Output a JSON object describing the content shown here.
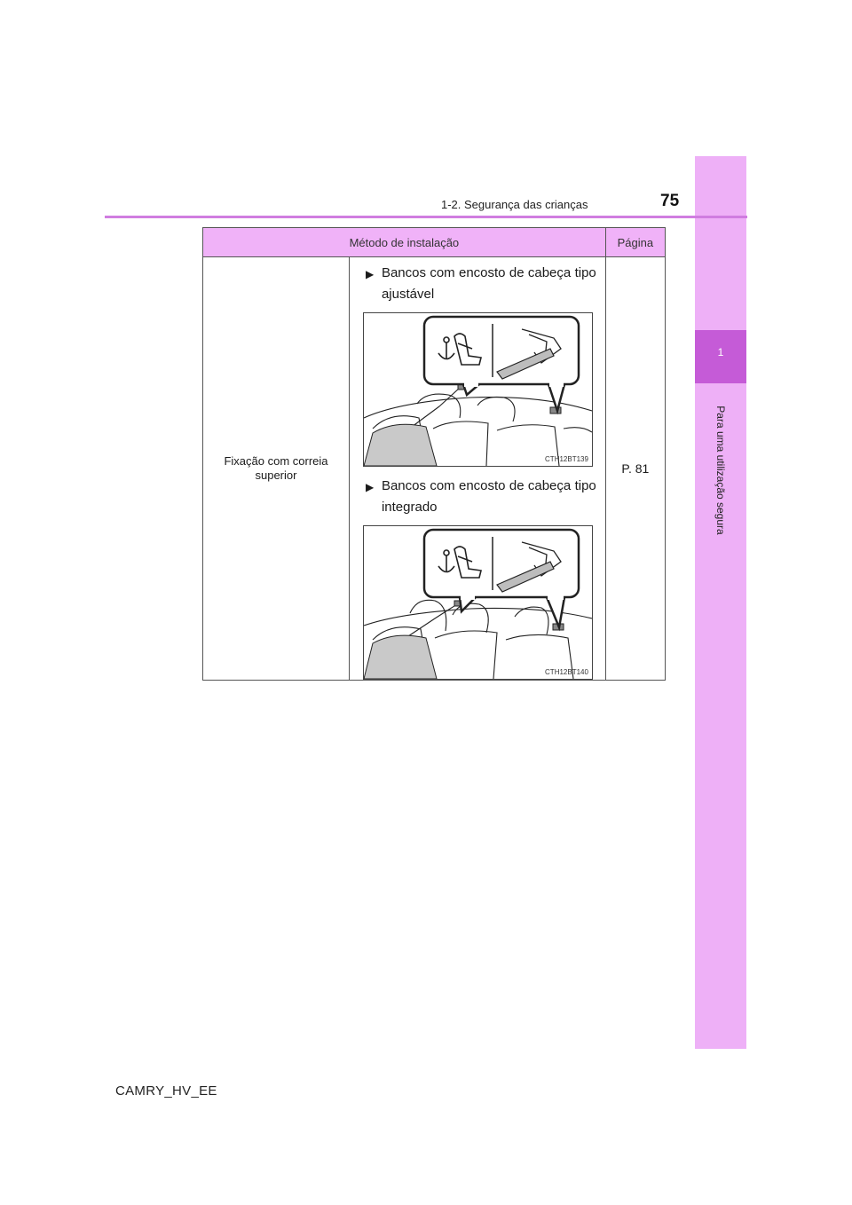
{
  "header": {
    "section": "1-2. Segurança das crianças",
    "page_number": "75"
  },
  "side_tab": {
    "chapter_number": "1",
    "chapter_title": "Para uma utilização segura"
  },
  "table": {
    "columns": [
      "Método de instalação",
      "Página"
    ],
    "row": {
      "method": "Fixação com correia superior",
      "options": [
        {
          "label": "Bancos com encosto de cabeça tipo ajustável",
          "figure_code": "CTH12BT139"
        },
        {
          "label": "Bancos com encosto de cabeça tipo integrado",
          "figure_code": "CTH12BT140"
        }
      ],
      "page_ref": "P. 81"
    }
  },
  "footer": {
    "model_code": "CAMRY_HV_EE"
  }
}
